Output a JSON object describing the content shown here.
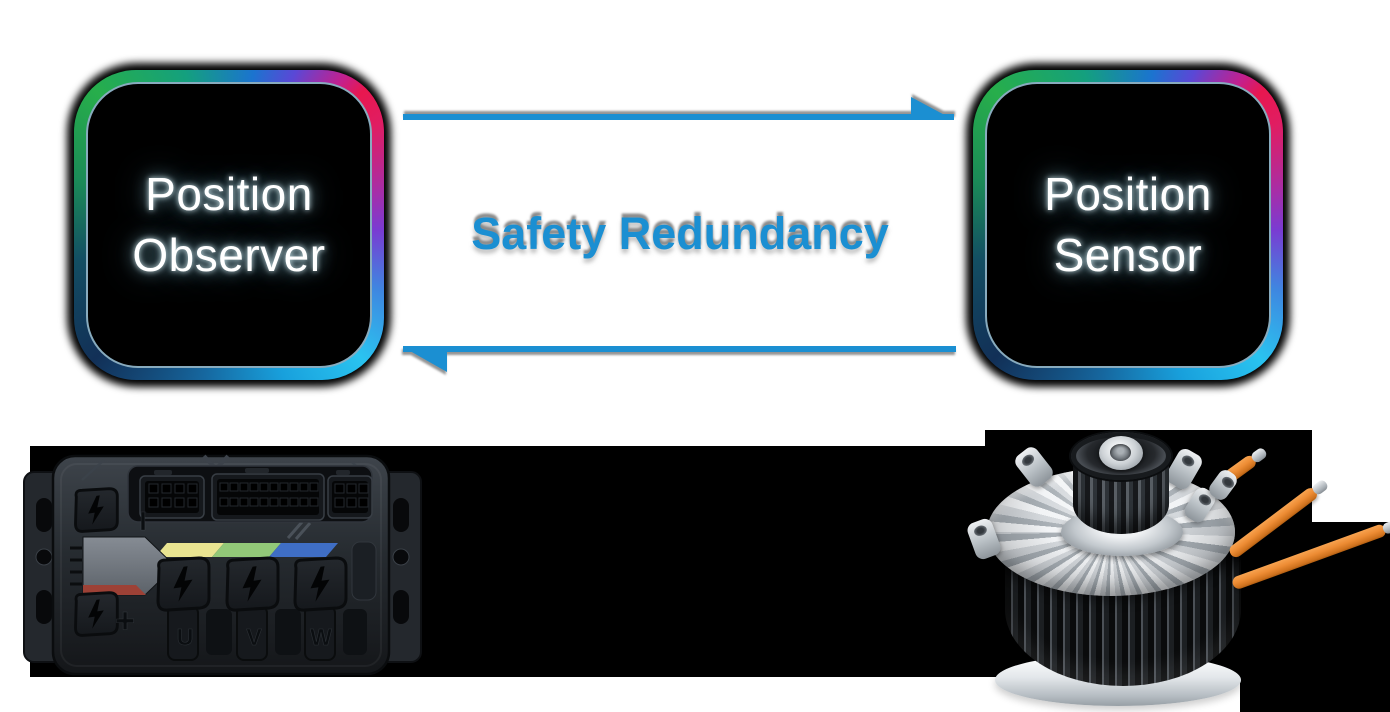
{
  "diagram": {
    "left_node": {
      "label": "Position Observer"
    },
    "right_node": {
      "label": "Position Sensor"
    },
    "relation_label": "Safety Redundancy"
  },
  "controller": {
    "dc_negative_marker": "I",
    "dc_positive_marker": "+",
    "phase_labels": {
      "u": "U",
      "v": "V",
      "w": "W"
    }
  },
  "colors": {
    "arrow_blue": "#1b8fd2",
    "relation_text_blue": "#1b8fd2",
    "shadow_gray": "#8b8b8b",
    "section_background": "#000000",
    "node_fill": "#000000",
    "node_text": "#ffffff",
    "node_border_gradient": [
      "#27ae4b",
      "#e8174f",
      "#7a3bd2",
      "#2ac3f0",
      "#123057"
    ],
    "stripe_yellow": "#e9e491",
    "stripe_green": "#92c878",
    "stripe_blue": "#3f6ec5",
    "cable_orange": "#ed8c34"
  }
}
